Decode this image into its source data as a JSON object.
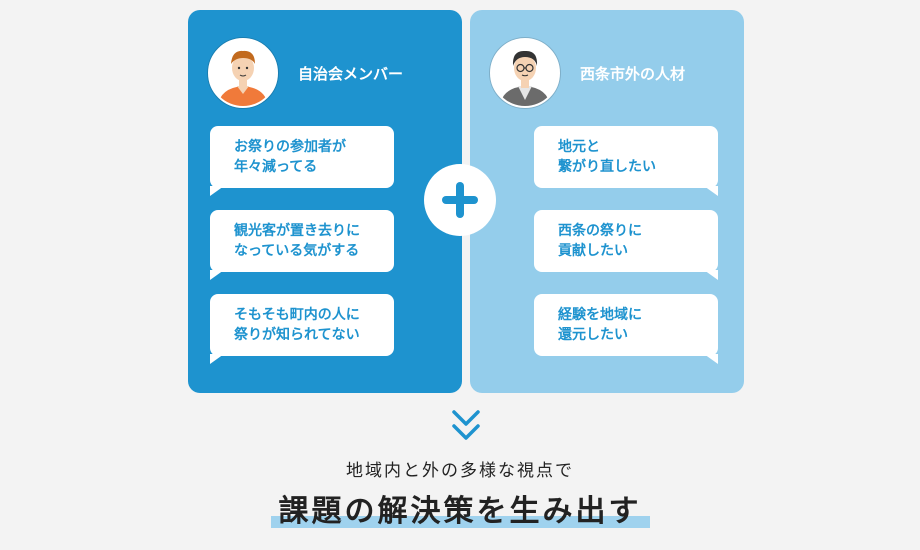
{
  "left_panel": {
    "title": "自治会メンバー",
    "bubbles": [
      [
        "お祭りの参加者が",
        "年々減ってる"
      ],
      [
        "観光客が置き去りに",
        "なっている気がする"
      ],
      [
        "そもそも町内の人に",
        "祭りが知られてない"
      ]
    ]
  },
  "right_panel": {
    "title": "西条市外の人材",
    "bubbles": [
      [
        "地元と",
        "繋がり直したい"
      ],
      [
        "西条の祭りに",
        "貢献したい"
      ],
      [
        "経験を地域に",
        "還元したい"
      ]
    ]
  },
  "caption": {
    "sub": "地域内と外の多様な視点で",
    "main": "課題の解決策を生み出す"
  },
  "colors": {
    "left_panel": "#1e93cf",
    "right_panel": "#94cdeb",
    "highlight": "#9fd2ee"
  },
  "icons": [
    "person-orange-shirt-icon",
    "person-glasses-icon",
    "plus-icon",
    "double-chevron-down-icon"
  ]
}
